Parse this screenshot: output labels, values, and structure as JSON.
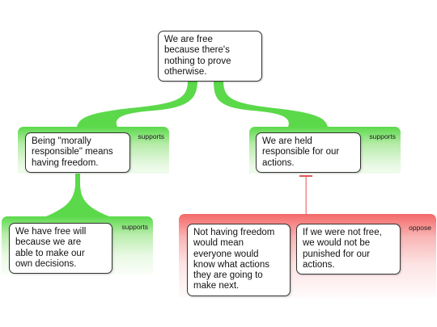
{
  "root": {
    "text": "We are free\nbecause there's\nnothing to prove\notherwise."
  },
  "groups": {
    "left_support": {
      "relation": "supports",
      "reason": "Being \"morally\nresponsible\" means\nhaving freedom."
    },
    "right_support": {
      "relation": "supports",
      "reason": "We are held\nresponsible for our\nactions."
    },
    "left_bottom_support": {
      "relation": "supports",
      "reason": "We have free will\nbecause we are\nable to make our\nown decisions."
    },
    "right_oppose": {
      "relation": "oppose",
      "reasons": [
        "Not having freedom\nwould mean\neveryone would\nknow what actions\nthey are going to\nmake next.",
        "If we were not free,\nwe would not be\npunished for our\nactions."
      ]
    }
  },
  "colors": {
    "support": "#5bd94a",
    "oppose": "#f46868"
  }
}
